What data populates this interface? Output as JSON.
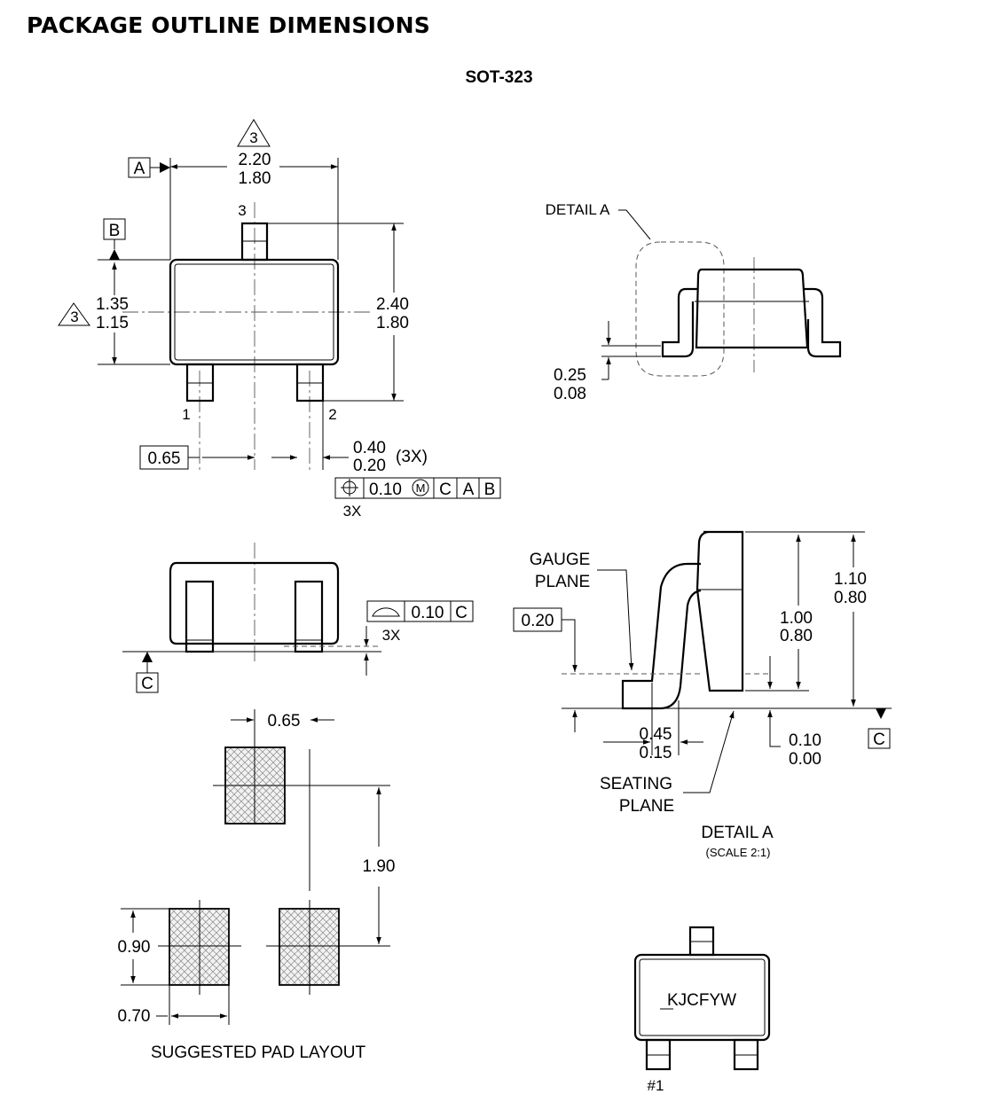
{
  "header": {
    "title": "PACKAGE OUTLINE DIMENSIONS",
    "package": "SOT-323"
  },
  "top_view": {
    "datum_a": "A",
    "datum_b": "B",
    "width_max": "2.20",
    "width_min": "1.80",
    "note_ref": "3",
    "body_height_max": "1.35",
    "body_height_min": "1.15",
    "overall_height_max": "2.40",
    "overall_height_min": "1.80",
    "pin1": "1",
    "pin2": "2",
    "pin3": "3",
    "pitch": "0.65",
    "lead_width_max": "0.40",
    "lead_width_min": "0.20",
    "lead_count": "(3X)",
    "position_tol": "0.10",
    "mmc": "M",
    "ref_c": "C",
    "ref_a": "A",
    "ref_b": "B",
    "tol_count": "3X"
  },
  "side_view": {
    "coplanarity": "0.10",
    "datum": "C",
    "count": "3X",
    "datum_c": "C"
  },
  "detail_a_label": "DETAIL A",
  "end_view": {
    "standoff_max": "0.25",
    "standoff_min": "0.08"
  },
  "detail_a": {
    "gauge_line1": "GAUGE",
    "gauge_line2": "PLANE",
    "gauge_height": "0.20",
    "height_max": "1.10",
    "height_min": "0.80",
    "body_max": "1.00",
    "body_min": "0.80",
    "foot_max": "0.45",
    "foot_min": "0.15",
    "stand_max": "0.10",
    "stand_min": "0.00",
    "datum_c": "C",
    "seating_line1": "SEATING",
    "seating_line2": "PLANE",
    "title": "DETAIL A",
    "scale": "(SCALE 2:1)"
  },
  "pad_layout": {
    "pitch": "0.65",
    "height": "1.90",
    "pad_height": "0.90",
    "pad_width": "0.70",
    "title": "SUGGESTED PAD LAYOUT"
  },
  "marking": {
    "code": "KJCFYW",
    "pin1_label": "#1"
  }
}
